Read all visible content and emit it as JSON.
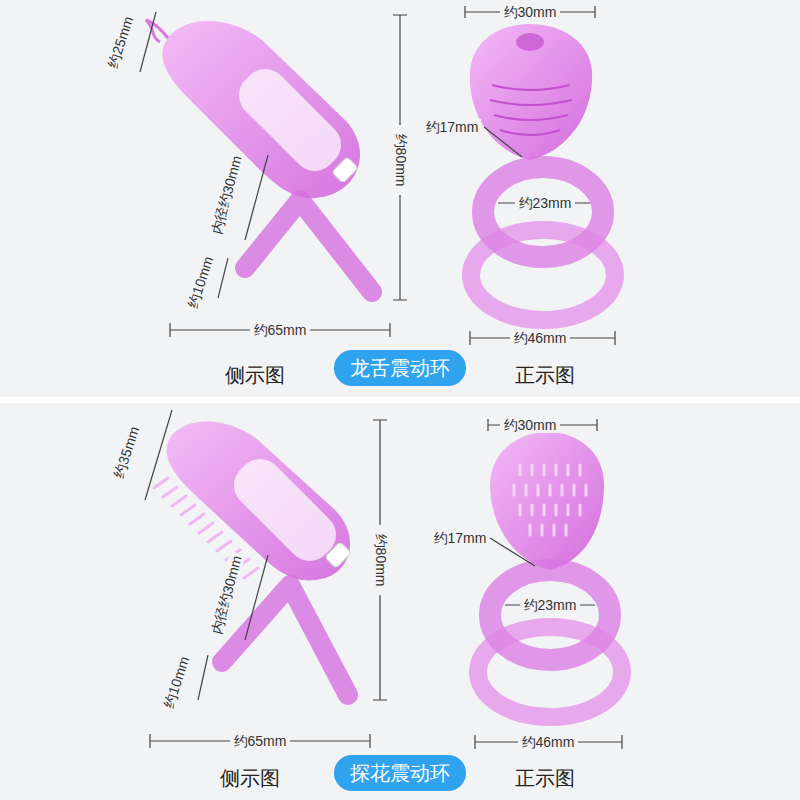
{
  "diagram": {
    "nodes": [
      {
        "text": [
          "龙舌震动环"
        ]
      },
      {
        "text": [
          "探花震动环"
        ]
      }
    ],
    "labels": [
      "约25mm",
      "内径约30mm",
      "约10mm",
      "约80mm",
      "约65mm",
      "侧示图",
      "约30mm",
      "约17mm",
      "约23mm",
      "约46mm",
      "正示图",
      "约35mm",
      "内径约30mm",
      "约10mm",
      "约80mm",
      "约65mm",
      "侧示图",
      "约30mm",
      "约17mm",
      "约23mm",
      "约46mm",
      "正示图"
    ]
  }
}
